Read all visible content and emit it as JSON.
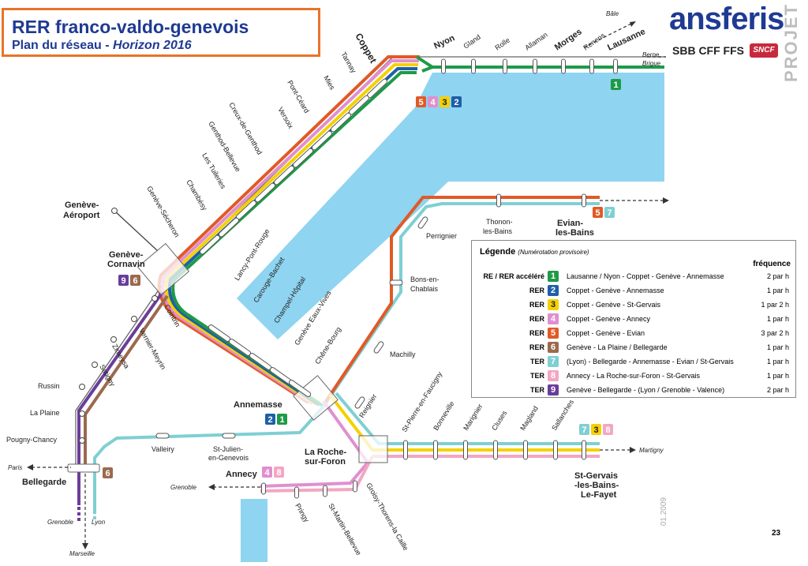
{
  "title": {
    "line1": "RER franco-valdo-genevois",
    "line2_prefix": "Plan du réseau - ",
    "line2_italic": "Horizon 2016"
  },
  "brand": {
    "logo_text": "ansferis",
    "operators": "SBB CFF FFS",
    "sncf": "SNCF",
    "stamp": "PROJET"
  },
  "colors": {
    "line1": "#1e9a48",
    "line2": "#1e5fa8",
    "line3": "#f4d100",
    "line4": "#e08fcf",
    "line5": "#e05a26",
    "line6": "#9b6a4e",
    "line7": "#7fcfd3",
    "line8": "#f3a6c2",
    "line9": "#6a3d9a",
    "lake": "#8fd4f0"
  },
  "stations": {
    "coppet": "Coppet",
    "nyon": "Nyon",
    "gland": "Gland",
    "rolle": "Rolle",
    "allaman": "Allaman",
    "morges": "Morges",
    "renens": "Renens",
    "lausanne": "Lausanne",
    "bale": "Bâle",
    "berne": "Berne,",
    "brigue": "Brigue",
    "tannay": "Tannay",
    "mies": "Mies",
    "pont_ceard": "Pont-Céard",
    "versoix": "Versoix",
    "creux": "Creux-de-Genthod",
    "genthod": "Genthod-Bellevue",
    "tuileries": "Les Tuileries",
    "chambesy": "Chambésy",
    "secheron": "Genève-Sécheron",
    "aeroport1": "Genève-",
    "aeroport2": "Aéroport",
    "cornavin1": "Genève-",
    "cornavin2": "Cornavin",
    "lancy": "Lancy-Pont-Rouge",
    "carouge": "Carouge-Bachet",
    "champel": "Champel-Hôpital",
    "eaux_vives": "Genève Eaux-Vives",
    "chene": "Chêne-Bourg",
    "annemasse": "Annemasse",
    "cointrin": "Cointrin",
    "vernier": "Vernier-Meyrin",
    "zimeysa": "Zimeysa",
    "satigny": "Satigny",
    "russin": "Russin",
    "la_plaine": "La Plaine",
    "pougny": "Pougny-Chancy",
    "bellegarde": "Bellegarde",
    "paris": "Paris",
    "grenoble_s": "Grenoble",
    "lyon": "Lyon",
    "marseille": "Marseille",
    "valleiry": "Valleiry",
    "st_julien1": "St-Julien-",
    "st_julien2": "en-Genevois",
    "machilly": "Machilly",
    "bons1": "Bons-en-",
    "bons2": "Chablais",
    "perrignier": "Perrignier",
    "thonon1": "Thonon-",
    "thonon2": "les-Bains",
    "evian1": "Evian-",
    "evian2": "les-Bains",
    "reignier": "Reignier",
    "roche1": "La Roche-",
    "roche2": "sur-Foron",
    "st_pierre": "St-Pierre-en-Faucigny",
    "bonneville": "Bonneville",
    "marignier": "Marignier",
    "cluses": "Cluses",
    "magland": "Magland",
    "sallanches": "Sallanches",
    "martigny": "Martigny",
    "stgervais1": "St-Gervais",
    "stgervais2": "-les-Bains-",
    "stgervais3": "Le-Fayet",
    "annecy": "Annecy",
    "grenoble_w": "Grenoble",
    "pringy": "Pringy",
    "st_martin": "St-Martin-Bellevue",
    "groisy": "Groisy-Thorens-la Caille"
  },
  "badges": {
    "lausanne": [
      "1"
    ],
    "coppet": [
      "5",
      "4",
      "3",
      "2"
    ],
    "evian": [
      "5",
      "7"
    ],
    "cornavin": [
      "9",
      "6"
    ],
    "annemasse": [
      "2",
      "1"
    ],
    "st_gervais": [
      "7",
      "3",
      "8"
    ],
    "annecy": [
      "4",
      "8"
    ],
    "bellegarde": [
      "6"
    ]
  },
  "legend": {
    "title": "Légende",
    "subtitle": "(Numérotation provisoire)",
    "freq_header": "fréquence",
    "rows": [
      {
        "type": "RE / RER accéléré",
        "num": "1",
        "desc": "Lausanne / Nyon - Coppet - Genève - Annemasse",
        "freq": "2 par h"
      },
      {
        "type": "RER",
        "num": "2",
        "desc": "Coppet - Genève - Annemasse",
        "freq": "1 par h"
      },
      {
        "type": "RER",
        "num": "3",
        "desc": "Coppet - Genève - St-Gervais",
        "freq": "1 par 2 h"
      },
      {
        "type": "RER",
        "num": "4",
        "desc": "Coppet - Genève - Annecy",
        "freq": "1 par h"
      },
      {
        "type": "RER",
        "num": "5",
        "desc": "Coppet - Genève - Evian",
        "freq": "3 par 2 h"
      },
      {
        "type": "RER",
        "num": "6",
        "desc": "Genève - La Plaine / Bellegarde",
        "freq": "1 par h"
      },
      {
        "type": "TER",
        "num": "7",
        "desc": "(Lyon) - Bellegarde - Annemasse - Evian / St-Gervais",
        "freq": "1 par h"
      },
      {
        "type": "TER",
        "num": "8",
        "desc": "Annecy - La Roche-sur-Foron - St-Gervais",
        "freq": "1 par h"
      },
      {
        "type": "TER",
        "num": "9",
        "desc": "Genève - Bellegarde - (Lyon / Grenoble - Valence)",
        "freq": "2 par h"
      }
    ]
  },
  "page_number": "23",
  "date_fragment": "01.2009"
}
